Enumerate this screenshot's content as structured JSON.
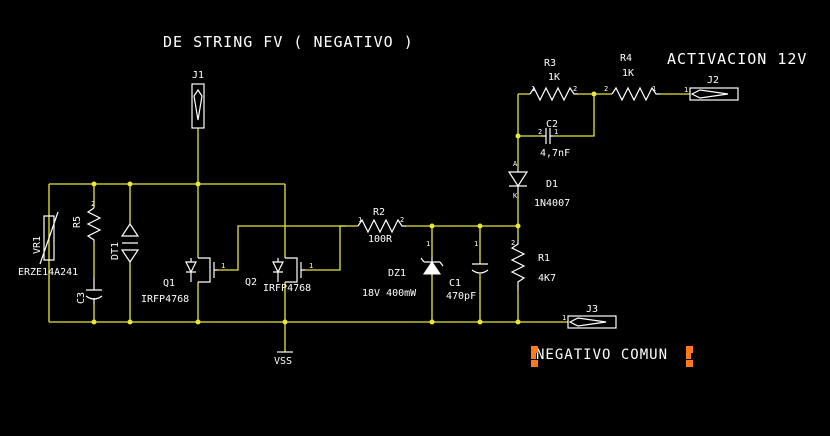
{
  "title": "DE STRING FV ( NEGATIVO )",
  "activation_label": "ACTIVACION 12V",
  "common_label": "NEGATIVO COMUN",
  "vss_label": "VSS",
  "components": {
    "J1": {
      "ref": "J1"
    },
    "J2": {
      "ref": "J2"
    },
    "J3": {
      "ref": "J3"
    },
    "R1": {
      "ref": "R1",
      "value": "4K7"
    },
    "R2": {
      "ref": "R2",
      "value": "100R"
    },
    "R3": {
      "ref": "R3",
      "value": "1K"
    },
    "R4": {
      "ref": "R4",
      "value": "1K"
    },
    "R5": {
      "ref": "R5"
    },
    "C1": {
      "ref": "C1",
      "value": "470pF"
    },
    "C2": {
      "ref": "C2",
      "value": "4,7nF"
    },
    "C3": {
      "ref": "C3"
    },
    "D1": {
      "ref": "D1",
      "value": "1N4007"
    },
    "DZ1": {
      "ref": "DZ1",
      "value": "18V 400mW"
    },
    "DT1": {
      "ref": "DT1"
    },
    "VR1": {
      "ref": "VR1",
      "value": "ERZE14A241"
    },
    "Q1": {
      "ref": "Q1",
      "value": "IRFP4768"
    },
    "Q2": {
      "ref": "Q2",
      "value": "IRFP4768"
    }
  },
  "pins": {
    "one": "1",
    "two": "2",
    "A": "A",
    "K": "K"
  },
  "colors": {
    "background": "#000000",
    "wire": "#e8e838",
    "component": "#ffffff",
    "selection": "#ff7a1a"
  }
}
